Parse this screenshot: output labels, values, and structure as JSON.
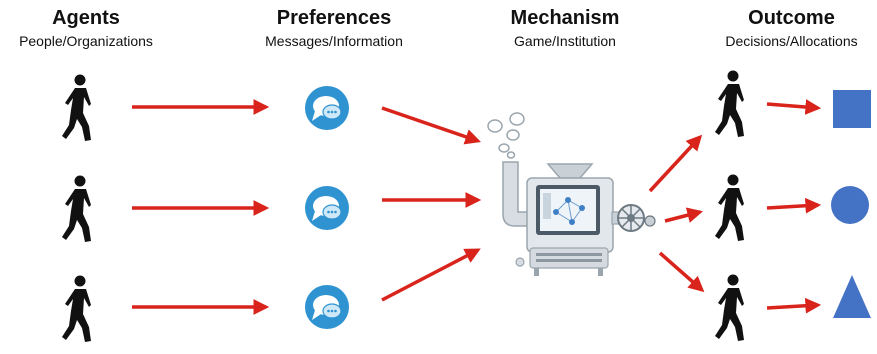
{
  "columns": [
    {
      "title": "Agents",
      "subtitle": "People/Organizations"
    },
    {
      "title": "Preferences",
      "subtitle": "Messages/Information"
    },
    {
      "title": "Mechanism",
      "subtitle": "Game/Institution"
    },
    {
      "title": "Outcome",
      "subtitle": "Decisions/Allocations"
    }
  ],
  "icons": {
    "agent": "walking-person-icon",
    "preference": "chat-bubble-icon",
    "mechanism": "machine-icon",
    "outcome_shapes": [
      "square-icon",
      "circle-icon",
      "triangle-icon"
    ]
  },
  "colors": {
    "arrow": "#d9241c",
    "bubble": "#2f93d2",
    "shape": "#4472c4",
    "person": "#111111"
  }
}
